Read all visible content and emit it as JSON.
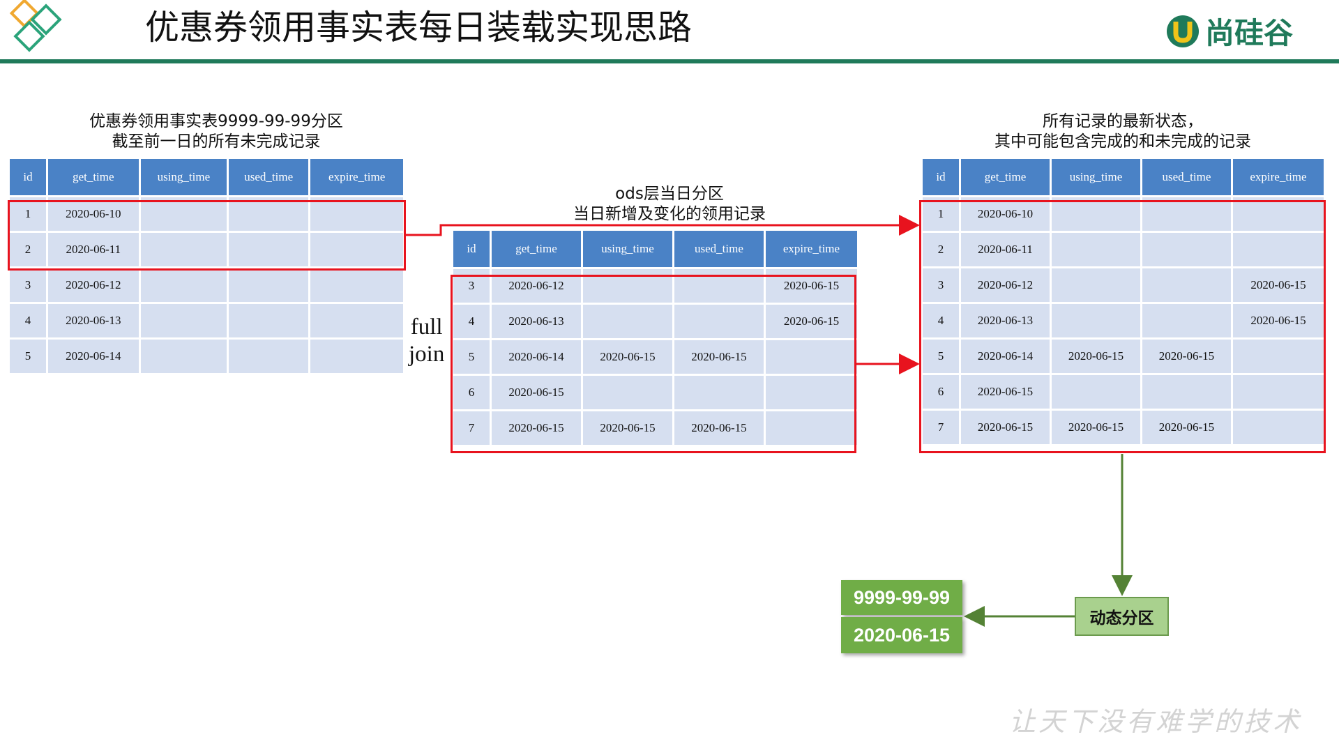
{
  "header": {
    "title": "优惠券领用事实表每日装载实现思路",
    "brand": "尚硅谷",
    "accent_color": "#1f7a5a"
  },
  "captions": {
    "left_1": "优惠券领用事实表9999-99-99分区",
    "left_2": "截至前一日的所有未完成记录",
    "middle_1": "ods层当日分区",
    "middle_2": "当日新增及变化的领用记录",
    "right_1": "所有记录的最新状态，",
    "right_2": "其中可能包含完成的和未完成的记录"
  },
  "columns": [
    "id",
    "get_time",
    "using_time",
    "used_time",
    "expire_time"
  ],
  "tables": {
    "left": [
      [
        "1",
        "2020-06-10",
        "",
        "",
        ""
      ],
      [
        "2",
        "2020-06-11",
        "",
        "",
        ""
      ],
      [
        "3",
        "2020-06-12",
        "",
        "",
        ""
      ],
      [
        "4",
        "2020-06-13",
        "",
        "",
        ""
      ],
      [
        "5",
        "2020-06-14",
        "",
        "",
        ""
      ]
    ],
    "middle": [
      [
        "3",
        "2020-06-12",
        "",
        "",
        "2020-06-15"
      ],
      [
        "4",
        "2020-06-13",
        "",
        "",
        "2020-06-15"
      ],
      [
        "5",
        "2020-06-14",
        "2020-06-15",
        "2020-06-15",
        ""
      ],
      [
        "6",
        "2020-06-15",
        "",
        "",
        ""
      ],
      [
        "7",
        "2020-06-15",
        "2020-06-15",
        "2020-06-15",
        ""
      ]
    ],
    "right": [
      [
        "1",
        "2020-06-10",
        "",
        "",
        ""
      ],
      [
        "2",
        "2020-06-11",
        "",
        "",
        ""
      ],
      [
        "3",
        "2020-06-12",
        "",
        "",
        "2020-06-15"
      ],
      [
        "4",
        "2020-06-13",
        "",
        "",
        "2020-06-15"
      ],
      [
        "5",
        "2020-06-14",
        "2020-06-15",
        "2020-06-15",
        ""
      ],
      [
        "6",
        "2020-06-15",
        "",
        "",
        ""
      ],
      [
        "7",
        "2020-06-15",
        "2020-06-15",
        "2020-06-15",
        ""
      ]
    ]
  },
  "join_label_1": "full",
  "join_label_2": "join",
  "partitions": [
    "9999-99-99",
    "2020-06-15"
  ],
  "dynamic_partition": "动态分区",
  "watermark": "让天下没有难学的技术",
  "colors": {
    "header_cell": "#4a82c6",
    "body_cell": "#d6dff0",
    "highlight": "#e8131e",
    "partition_badge": "#70ad47",
    "dynamic_box": "#a9d18e",
    "green_arrow": "#548235"
  }
}
